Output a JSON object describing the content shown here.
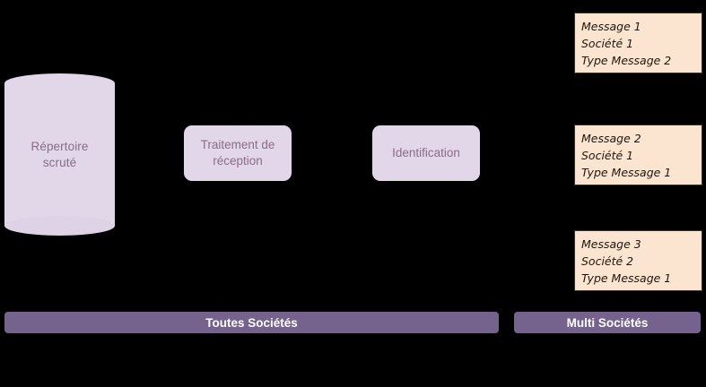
{
  "diagram": {
    "background_color": "#000000",
    "datastore": {
      "label_line1": "Répertoire",
      "label_line2": "scruté",
      "fill_color": "#e1d7e9",
      "text_color": "#8c6c88"
    },
    "processes": [
      {
        "id": "traitement-reception",
        "label_line1": "Traitement de",
        "label_line2": "réception",
        "fill_color": "#e1d7e9",
        "text_color": "#8c6c88"
      },
      {
        "id": "identification",
        "label_line1": "Identification",
        "label_line2": "",
        "fill_color": "#e1d7e9",
        "text_color": "#8c6c88"
      }
    ],
    "messages": [
      {
        "line1": "Message 1",
        "line2": "Société 1",
        "line3": "Type Message 2"
      },
      {
        "line1": "Message 2",
        "line2": "Société 1",
        "line3": "Type Message 1"
      },
      {
        "line1": "Message 3",
        "line2": "Société 2",
        "line3": "Type Message 1"
      }
    ],
    "message_style": {
      "fill_color": "#fbe5d0",
      "border_color": "#3c2f20",
      "text_color": "#20170e"
    },
    "scope_bars": [
      {
        "id": "toutes-societes",
        "label": "Toutes Sociétés",
        "fill_color": "#75628d",
        "text_color": "#ffffff"
      },
      {
        "id": "multi-societes",
        "label": "Multi Sociétés",
        "fill_color": "#75628d",
        "text_color": "#ffffff"
      }
    ]
  }
}
